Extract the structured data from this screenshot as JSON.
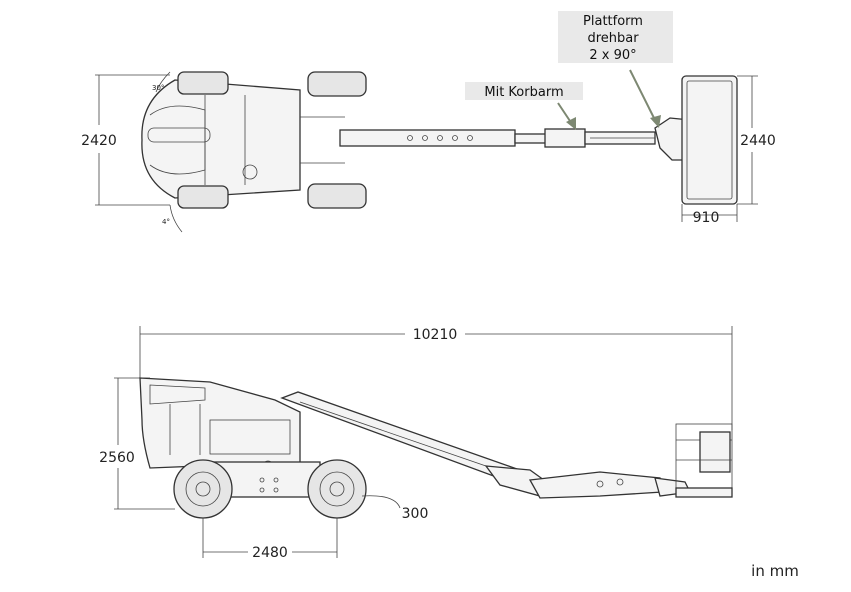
{
  "top_view": {
    "width_left": "2420",
    "width_right": "2440",
    "platform_depth": "910",
    "note_rotate_line1": "Plattform",
    "note_rotate_line2": "drehbar",
    "note_rotate_line3": "2 x 90°",
    "note_jib": "Mit Korbarm",
    "angle_label_top": "30°",
    "angle_label_bottom": "4°"
  },
  "side_view": {
    "overall_length": "10210",
    "height": "2560",
    "wheelbase": "2480",
    "ground_clearance": "300"
  },
  "units": "in mm",
  "colors": {
    "callout_box": "#e9e9e9",
    "arrow": "#7d8872",
    "line": "#333333"
  }
}
